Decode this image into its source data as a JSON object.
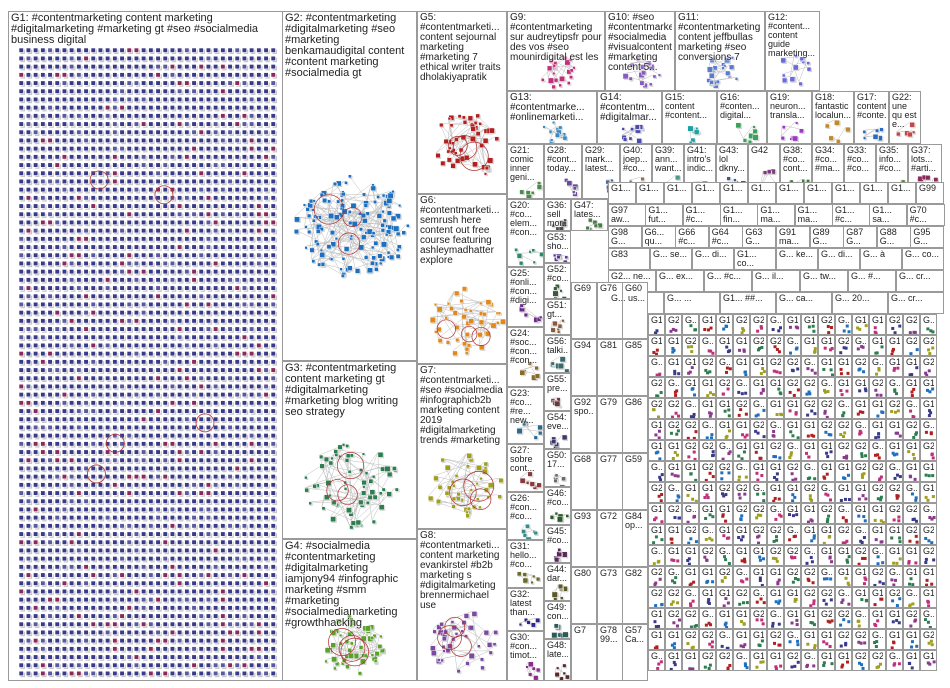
{
  "groups": [
    {
      "id": "G1",
      "label": "G1: #contentmarketing content marketing #digitalmarketing #marketing gt #seo #socialmedia business digital",
      "color": "#3a3a8a",
      "layout": "grid",
      "seed": 1
    },
    {
      "id": "G2",
      "label": "G2: #contentmarketing #digitalmarketing #seo #marketing benkamaudigital content #content marketing #socialmedia gt",
      "color": "#1f6fbf",
      "layout": "cluster",
      "seed": 2
    },
    {
      "id": "G3",
      "label": "G3: #contentmarketing content marketing gt #digitalmarketing #marketing blog writing seo strategy",
      "color": "#2e7d4f",
      "layout": "cluster",
      "seed": 3
    },
    {
      "id": "G4",
      "label": "G4: #socialmedia #contentmarketing #digitalmarketing iamjony94 #infographic marketing #smm #marketing #socialmediamarketing #growthhacking",
      "color": "#5aa02c",
      "layout": "cluster",
      "seed": 4
    },
    {
      "id": "G5",
      "label": "G5: #contentmarketi... content sejournal marketing #marketing 7 ethical writer traits dholakiyapratik",
      "color": "#b02020",
      "layout": "cluster",
      "seed": 5
    },
    {
      "id": "G6",
      "label": "G6: #contentmarketi... semrush here content out free course featuring ashleymadhatter explore",
      "color": "#e08a1e",
      "layout": "cluster",
      "seed": 6
    },
    {
      "id": "G7",
      "label": "G7: #contentmarketi... #seo #socialmedia #infographicb2b marketing content 2019 #digitalmarketing trends #marketing",
      "color": "#a0a020",
      "layout": "cluster",
      "seed": 7
    },
    {
      "id": "G8",
      "label": "G8: #contentmarketi... content marketing evankirstel #b2b marketing s #digitalmarketing brennermichael use",
      "color": "#7a4aa0",
      "layout": "cluster",
      "seed": 8
    },
    {
      "id": "G9",
      "label": "G9: #contentmarketing sur audreytipsfr pour des vos #seo mounirdigital est les",
      "color": "#c0307a",
      "layout": "cluster",
      "seed": 9
    },
    {
      "id": "G10",
      "label": "G10: #seo #contentmarketing #socialmedia #visualcontenting #marketing content 5...",
      "color": "#8a5ac0",
      "layout": "cluster",
      "seed": 10
    },
    {
      "id": "G11",
      "label": "G11: #contentmarketing content jeffbullas marketing #seo conversions 7",
      "color": "#5a7ad0",
      "layout": "cluster",
      "seed": 11
    },
    {
      "id": "G12",
      "label": "G12: #content... content guide marketing...",
      "color": "#6a6ad8",
      "layout": "cluster",
      "seed": 12
    },
    {
      "id": "G13",
      "label": "G13: #contentmarke... #onlinemarketi...",
      "color": "#3a8ac0",
      "layout": "cluster",
      "seed": 13
    },
    {
      "id": "G14",
      "label": "G14: #contentm... #digitalmar...",
      "color": "#4a4ab0",
      "layout": "cluster",
      "seed": 14
    },
    {
      "id": "G15",
      "label": "G15: content #content...",
      "color": "#20a0a0",
      "layout": "cluster",
      "seed": 15
    },
    {
      "id": "G16",
      "label": "G16: #conten... digital...",
      "color": "#3aa05a",
      "layout": "cluster",
      "seed": 16
    },
    {
      "id": "G19",
      "label": "G19: neuron... transla...",
      "color": "#9a3ac0",
      "layout": "cluster",
      "seed": 19
    },
    {
      "id": "G18",
      "label": "G18: fantastic localun...",
      "color": "#c08a2a",
      "layout": "cluster",
      "seed": 18
    },
    {
      "id": "G17",
      "label": "G17: content #conte...",
      "color": "#2a6ac0",
      "layout": "cluster",
      "seed": 17
    },
    {
      "id": "G22",
      "label": "G22: une qu est e...",
      "color": "#c04a4a",
      "layout": "cluster",
      "seed": 22
    },
    {
      "id": "G21",
      "label": "G21: comic inner geni...",
      "color": "#4a8a4a",
      "layout": "cluster",
      "seed": 21
    },
    {
      "id": "G28",
      "label": "G28: #cont... today...",
      "color": "#6a4a9a",
      "layout": "cluster",
      "seed": 28
    },
    {
      "id": "G29",
      "label": "G29: mark... latest...",
      "color": "#4a6a9a",
      "layout": "cluster",
      "seed": 29
    },
    {
      "id": "G40",
      "label": "G40: joep... #co...",
      "color": "#9a6a4a",
      "layout": "cluster",
      "seed": 40
    },
    {
      "id": "G39",
      "label": "G39: ann... want...",
      "color": "#4a9a8a",
      "layout": "cluster",
      "seed": 39
    },
    {
      "id": "G41",
      "label": "G41: intro's indic...",
      "color": "#8a8a3a",
      "layout": "cluster",
      "seed": 41
    },
    {
      "id": "G43",
      "label": "G43: lol dkny...",
      "color": "#3a5a8a",
      "layout": "cluster",
      "seed": 43
    },
    {
      "id": "G42",
      "label": "G42",
      "color": "#7a3a7a",
      "layout": "cluster",
      "seed": 42
    },
    {
      "id": "G38",
      "label": "G38: #co... cont...",
      "color": "#3a7a3a",
      "layout": "cluster",
      "seed": 38
    },
    {
      "id": "G34",
      "label": "G34: #co... #ma...",
      "color": "#aa4a2a",
      "layout": "cluster",
      "seed": 34
    },
    {
      "id": "G33",
      "label": "G33: #co... #co...",
      "color": "#2a4aaa",
      "layout": "cluster",
      "seed": 33
    },
    {
      "id": "G35",
      "label": "G35: info... #co...",
      "color": "#5a8a2a",
      "layout": "cluster",
      "seed": 35
    },
    {
      "id": "G37",
      "label": "G37: lots... #arti...",
      "color": "#8a2a5a",
      "layout": "cluster",
      "seed": 37
    },
    {
      "id": "G20",
      "label": "G20: #co... elem... #con...",
      "color": "#2a8a6a",
      "layout": "cluster",
      "seed": 20
    },
    {
      "id": "G25",
      "label": "G25: #onli... #con... #digi...",
      "color": "#6a2a8a",
      "layout": "cluster",
      "seed": 25
    },
    {
      "id": "G24",
      "label": "G24: #soc... #con... #con...",
      "color": "#8a6a2a",
      "layout": "cluster",
      "seed": 24
    },
    {
      "id": "G23",
      "label": "G23: #co... #re... new...",
      "color": "#2a6a8a",
      "layout": "cluster",
      "seed": 23
    },
    {
      "id": "G27",
      "label": "G27: sobre cont...",
      "color": "#8a3a3a",
      "layout": "cluster",
      "seed": 27
    },
    {
      "id": "G26",
      "label": "G26: #con... #co...",
      "color": "#3a8a8a",
      "layout": "cluster",
      "seed": 26
    },
    {
      "id": "G31",
      "label": "G31: hello... #co...",
      "color": "#6a6a2a",
      "layout": "cluster",
      "seed": 31
    },
    {
      "id": "G32",
      "label": "G32: latest than...",
      "color": "#2a2a8a",
      "layout": "cluster",
      "seed": 32
    },
    {
      "id": "G30",
      "label": "G30: #con... timot...",
      "color": "#8a2a8a",
      "layout": "cluster",
      "seed": 30
    },
    {
      "id": "G36",
      "label": "G36: sell mor...",
      "color": "#4a4a4a",
      "layout": "cluster",
      "seed": 36
    },
    {
      "id": "G53",
      "label": "G53: sho...",
      "color": "#5a3a8a",
      "layout": "cluster",
      "seed": 53
    },
    {
      "id": "G52",
      "label": "G52: #co...",
      "color": "#3a5a3a",
      "layout": "cluster",
      "seed": 52
    },
    {
      "id": "G51",
      "label": "G51: gt...",
      "color": "#8a5a3a",
      "layout": "cluster",
      "seed": 51
    },
    {
      "id": "G56",
      "label": "G56: talki...",
      "color": "#3a6a6a",
      "layout": "cluster",
      "seed": 56
    },
    {
      "id": "G55",
      "label": "G55: pre...",
      "color": "#6a3a3a",
      "layout": "cluster",
      "seed": 55
    },
    {
      "id": "G54",
      "label": "G54: eve...",
      "color": "#3a3a6a",
      "layout": "cluster",
      "seed": 54
    },
    {
      "id": "G50",
      "label": "G50: 17...",
      "color": "#6a6a6a",
      "layout": "cluster",
      "seed": 50
    },
    {
      "id": "G46",
      "label": "G46: #co...",
      "color": "#2a5a2a",
      "layout": "cluster",
      "seed": 46
    },
    {
      "id": "G45",
      "label": "G45: #co...",
      "color": "#5a2a5a",
      "layout": "cluster",
      "seed": 45
    },
    {
      "id": "G44",
      "label": "G44: dar...",
      "color": "#5a5a2a",
      "layout": "cluster",
      "seed": 44
    },
    {
      "id": "G49",
      "label": "G49: con...",
      "color": "#2a5a5a",
      "layout": "cluster",
      "seed": 49
    },
    {
      "id": "G48",
      "label": "G48: late...",
      "color": "#5a2a2a",
      "layout": "cluster",
      "seed": 48
    },
    {
      "id": "G47",
      "label": "G47: lates...",
      "color": "#4a7a4a",
      "layout": "cluster",
      "seed": 47
    }
  ],
  "smallgrid": {
    "cells": [
      [
        "G1...",
        "G1...",
        "G1...",
        "G1...",
        "G1...",
        "G1...",
        "G1...",
        "G1...",
        "G1...",
        "G1...",
        "G1...",
        "G99"
      ],
      [
        "G97 aw...",
        "G1... fut...",
        "G1... #c...",
        "G1... fin...",
        "G1... ma...",
        "G1... ma...",
        "G1... #c...",
        "G1... sa...",
        "G70 #c..."
      ],
      [
        "G98 G...",
        "G6... qu...",
        "G66 #c...",
        "G64 #c...",
        "G63 G...",
        "G91 ma...",
        "G89 G...",
        "G87 G...",
        "G88 G...",
        "G95 G..."
      ],
      [
        "G83",
        "G... se...",
        "G... di...",
        "G1... co...",
        "G... ke...",
        "G... di...",
        "G... à",
        "G... co..."
      ],
      [
        "G2... ne...",
        "G... ex...",
        "G... #c...",
        "G... il...",
        "G... tw...",
        "G... #...",
        "G... cr..."
      ],
      [
        "G... us...",
        "G... ...",
        "G1... ##...",
        "G... ca...",
        "G... 20...",
        "G... cr..."
      ]
    ],
    "sub_labels": [
      "G69",
      "G94",
      "G92 spo...",
      "G68",
      "G93",
      "G80",
      "G7",
      "G76",
      "G81",
      "G79",
      "G77",
      "G72",
      "G73",
      "G78 99...",
      "G60",
      "G85",
      "G86",
      "G59",
      "G84 op...",
      "G82",
      "G57 Ca..."
    ]
  },
  "tiles_labels": [
    "G1",
    "G2",
    "G...",
    "G1...",
    "G1...",
    "G2...",
    "G2...",
    "G...",
    "G1..."
  ]
}
